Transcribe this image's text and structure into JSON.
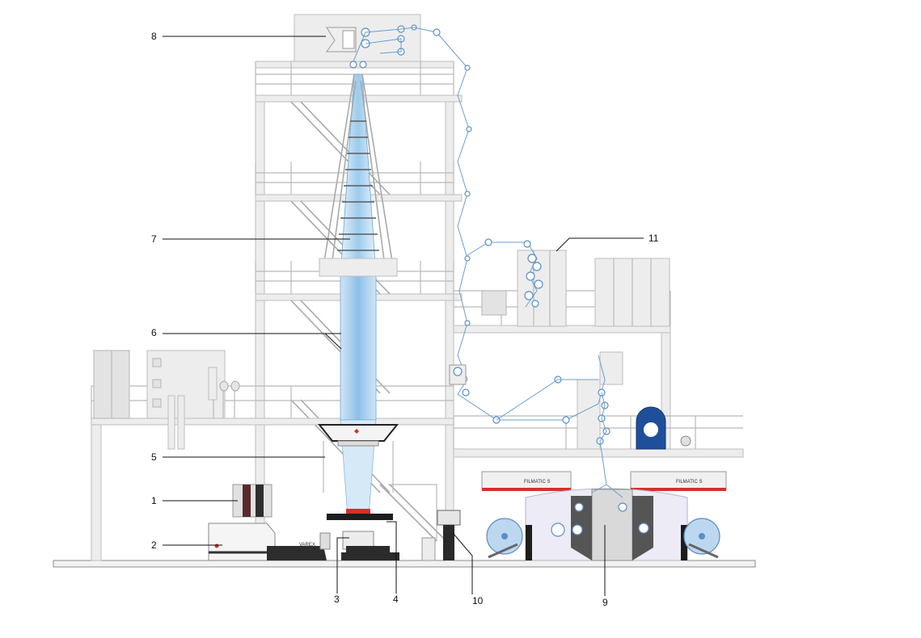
{
  "figure": {
    "callouts": [
      {
        "number": "1"
      },
      {
        "number": "2"
      },
      {
        "number": "3"
      },
      {
        "number": "4"
      },
      {
        "number": "5"
      },
      {
        "number": "6"
      },
      {
        "number": "7"
      },
      {
        "number": "8"
      },
      {
        "number": "9"
      },
      {
        "number": "10"
      },
      {
        "number": "11"
      }
    ],
    "machine_text": {
      "extruder_brand": "VAREX",
      "winder_station_a": "FILMATIC S",
      "winder_station_b": "FILMATIC S"
    }
  },
  "colors": {
    "frame": "#b9b9b9",
    "film_bubble": "#9cc8ea",
    "film_web": "#6a9fd0",
    "accent_red": "#d5302b",
    "motor_blue": "#1f4f9a",
    "base_line": "#8c8c8c"
  }
}
